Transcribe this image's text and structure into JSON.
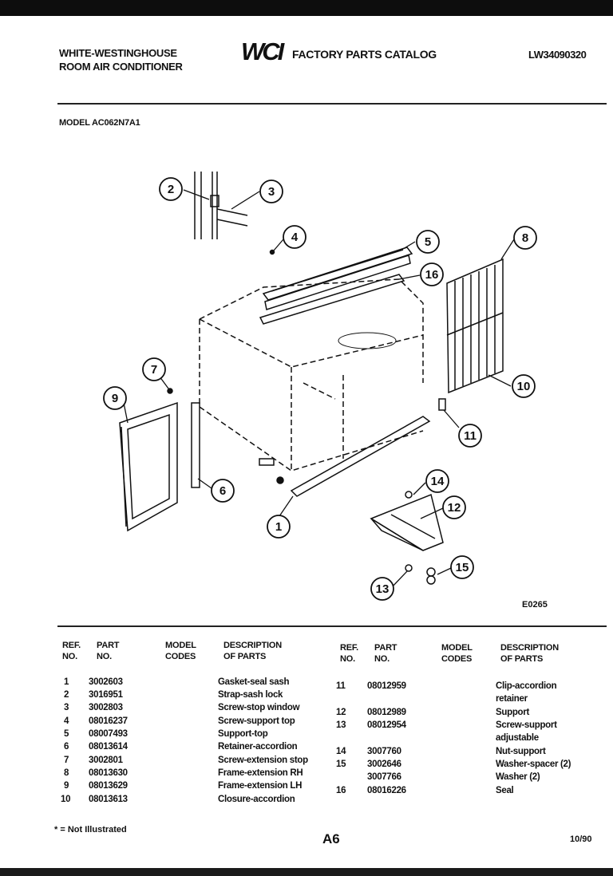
{
  "header": {
    "brand_line1": "WHITE-WESTINGHOUSE",
    "brand_line2": "ROOM AIR CONDITIONER",
    "logo_text": "WCI",
    "catalog_title": "FACTORY PARTS CATALOG",
    "catalog_number": "LW34090320",
    "model_label": "MODEL AC062N7A1"
  },
  "diagram": {
    "code": "E0265",
    "callouts": [
      "1",
      "2",
      "3",
      "4",
      "5",
      "6",
      "7",
      "8",
      "9",
      "10",
      "11",
      "12",
      "13",
      "14",
      "15",
      "16"
    ]
  },
  "table": {
    "headers": {
      "ref": [
        "REF.",
        "NO."
      ],
      "part": [
        "PART",
        "NO."
      ],
      "model": [
        "MODEL",
        "CODES"
      ],
      "desc": [
        "DESCRIPTION",
        "OF PARTS"
      ]
    },
    "left_rows": [
      {
        "ref": "1",
        "part": "3002603",
        "desc": "Gasket-seal sash"
      },
      {
        "ref": "2",
        "part": "3016951",
        "desc": "Strap-sash lock"
      },
      {
        "ref": "3",
        "part": "3002803",
        "desc": "Screw-stop window"
      },
      {
        "ref": "4",
        "part": "08016237",
        "desc": "Screw-support top"
      },
      {
        "ref": "5",
        "part": "08007493",
        "desc": "Support-top"
      },
      {
        "ref": "6",
        "part": "08013614",
        "desc": "Retainer-accordion"
      },
      {
        "ref": "7",
        "part": "3002801",
        "desc": "Screw-extension stop"
      },
      {
        "ref": "8",
        "part": "08013630",
        "desc": "Frame-extension RH"
      },
      {
        "ref": "9",
        "part": "08013629",
        "desc": "Frame-extension LH"
      },
      {
        "ref": "10",
        "part": "08013613",
        "desc": "Closure-accordion"
      }
    ],
    "right_rows": [
      {
        "ref": "11",
        "part": "08012959",
        "desc": "Clip-accordion",
        "desc2": "retainer"
      },
      {
        "ref": "12",
        "part": "08012989",
        "desc": "Support"
      },
      {
        "ref": "13",
        "part": "08012954",
        "desc": "Screw-support",
        "desc2": "adjustable"
      },
      {
        "ref": "14",
        "part": "3007760",
        "desc": "Nut-support"
      },
      {
        "ref": "15",
        "part": "3002646",
        "desc": "Washer-spacer (2)"
      },
      {
        "ref": "",
        "part": "3007766",
        "desc": "Washer (2)"
      },
      {
        "ref": "16",
        "part": "08016226",
        "desc": "Seal"
      }
    ]
  },
  "footer": {
    "note": "* = Not Illustrated",
    "page": "A6",
    "date": "10/90"
  }
}
